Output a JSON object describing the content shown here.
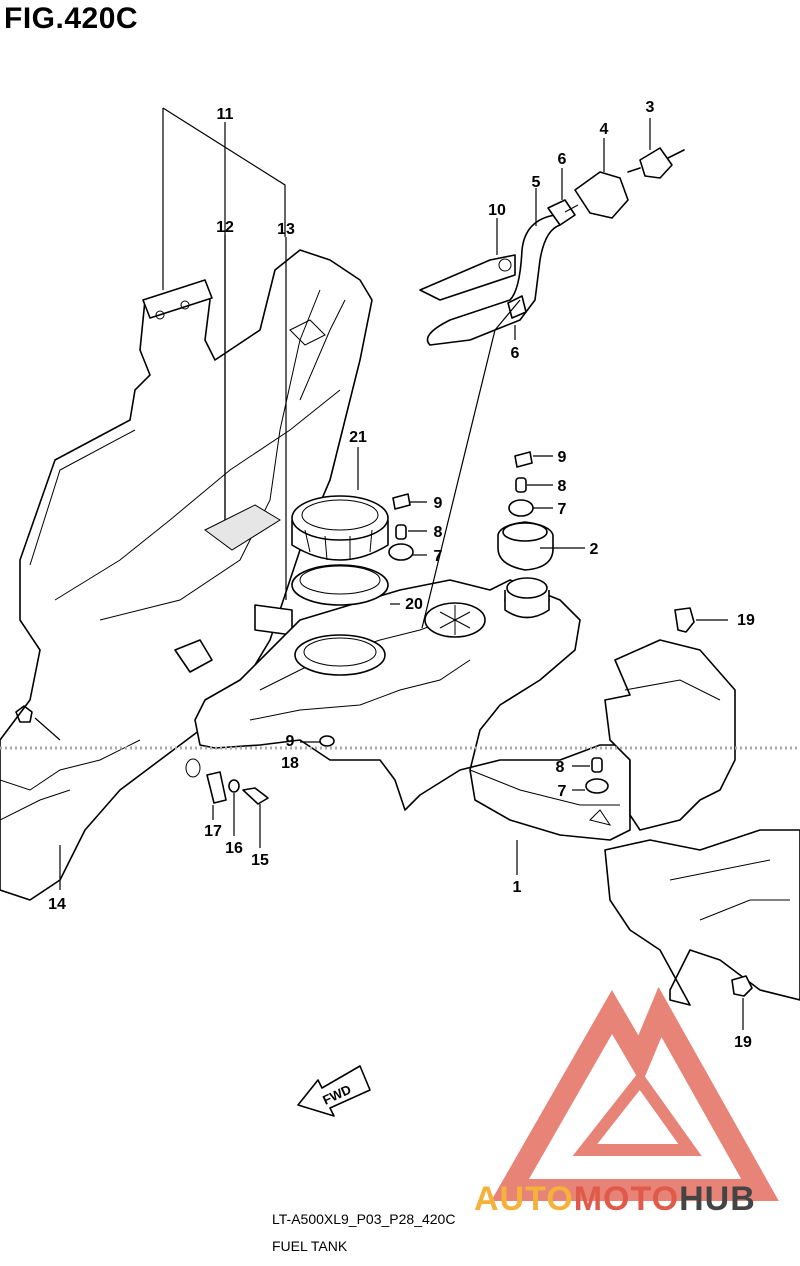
{
  "figure": {
    "title": "FIG.420C"
  },
  "caption": {
    "code": "LT-A500XL9_P03_P28_420C",
    "name": "FUEL TANK"
  },
  "direction_label": "FWD",
  "watermark": {
    "part1": "AUTO",
    "part2": "MOTO",
    "part3": "HUB"
  },
  "colors": {
    "line": "#000000",
    "watermark_red": "#e05a4a",
    "watermark_orange": "#f4b23a",
    "watermark_dark": "#444444"
  },
  "part_labels": {
    "p1": "1",
    "p2": "2",
    "p3": "3",
    "p4": "4",
    "p5": "5",
    "p6a": "6",
    "p6b": "6",
    "p7a": "7",
    "p7b": "7",
    "p7c": "7",
    "p8a": "8",
    "p8b": "8",
    "p8c": "8",
    "p9a": "9",
    "p9b": "9",
    "p9c": "9",
    "p10": "10",
    "p11": "11",
    "p12": "12",
    "p13": "13",
    "p14": "14",
    "p15": "15",
    "p16": "16",
    "p17": "17",
    "p18": "18",
    "p19a": "19",
    "p19b": "19",
    "p20": "20",
    "p21": "21"
  }
}
